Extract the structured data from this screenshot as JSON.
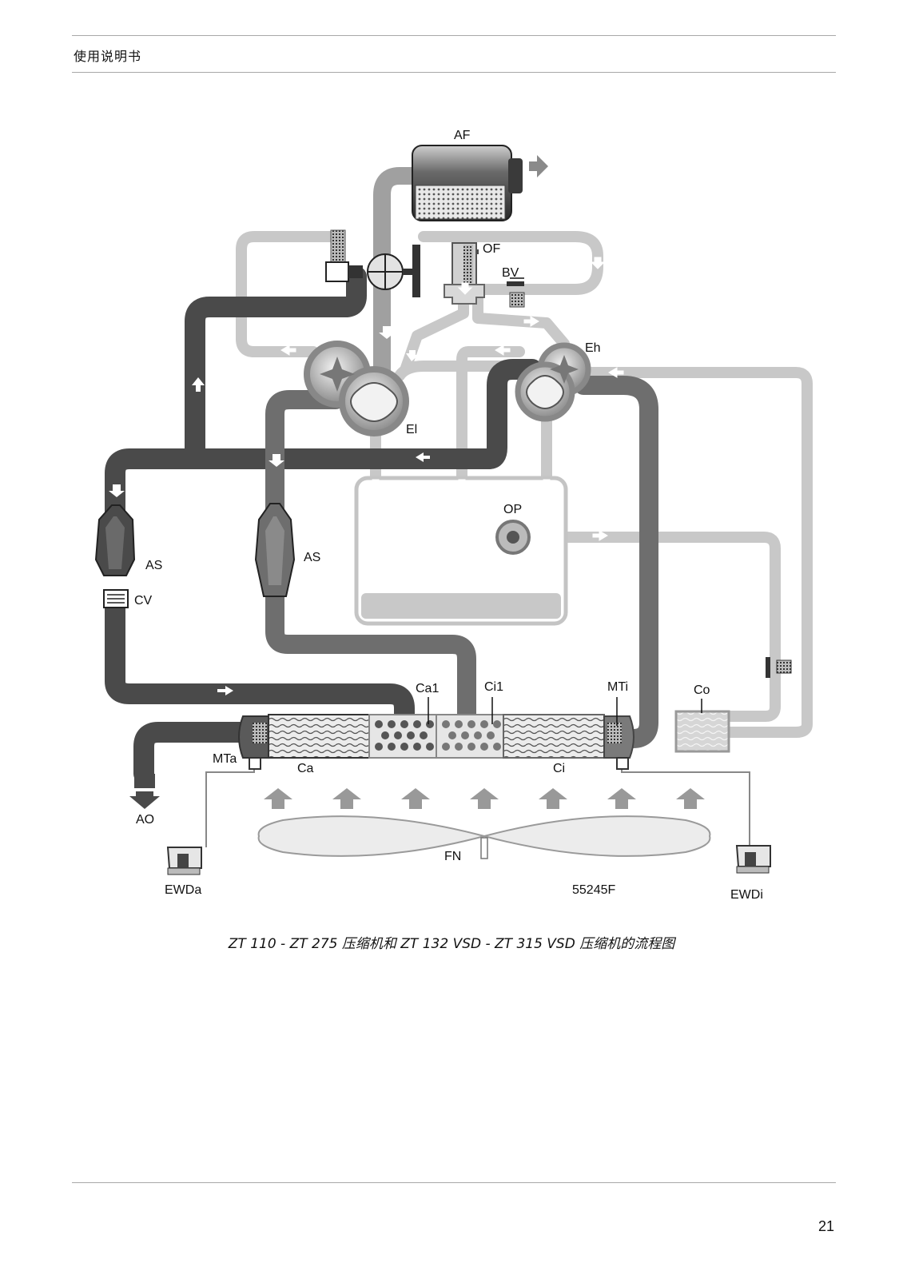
{
  "header": {
    "title": "使用说明书"
  },
  "diagram": {
    "labels": {
      "af": "AF",
      "of": "OF",
      "bv": "BV",
      "eh": "Eh",
      "el": "El",
      "op": "OP",
      "as_left": "AS",
      "as_mid": "AS",
      "cv": "CV",
      "ca1": "Ca1",
      "ci1": "Ci1",
      "mti": "MTi",
      "co": "Co",
      "mta": "MTa",
      "ca": "Ca",
      "ci": "Ci",
      "ao": "AO",
      "fn": "FN",
      "ewda": "EWDa",
      "ewdi": "EWDi",
      "figure_id": "55245F"
    },
    "colors": {
      "air_pipe": "#a0a0a0",
      "compressed_pipe": "#4a4a4a",
      "mid_pipe": "#6e6e6e",
      "oil_pipe": "#c8c8c8",
      "fill": "#d8d8d8"
    }
  },
  "caption": "ZT 110 - ZT 275 压缩机和 ZT 132 VSD - ZT 315 VSD 压缩机的流程图",
  "footer": {
    "page_number": "21"
  }
}
